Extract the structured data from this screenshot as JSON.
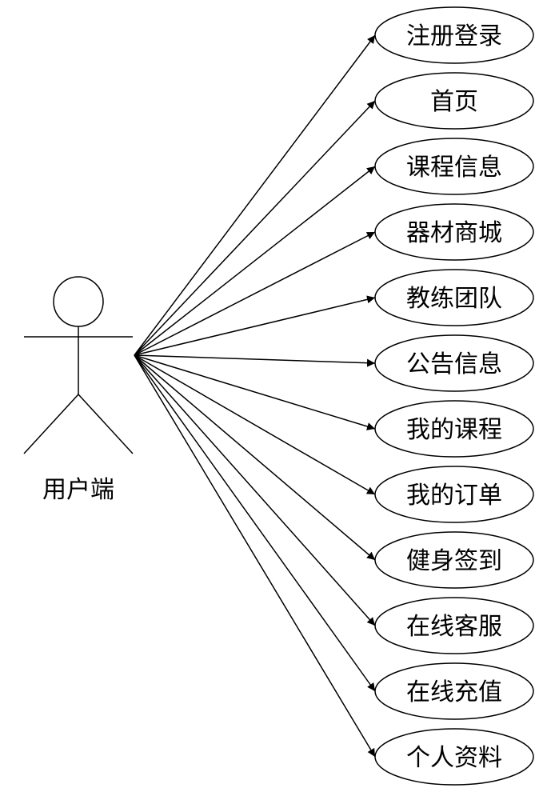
{
  "actor": {
    "label": "用户端"
  },
  "use_cases": [
    "注册登录",
    "首页",
    "课程信息",
    "器材商城",
    "教练团队",
    "公告信息",
    "我的课程",
    "我的订单",
    "健身签到",
    "在线客服",
    "在线充值",
    "个人资料"
  ]
}
